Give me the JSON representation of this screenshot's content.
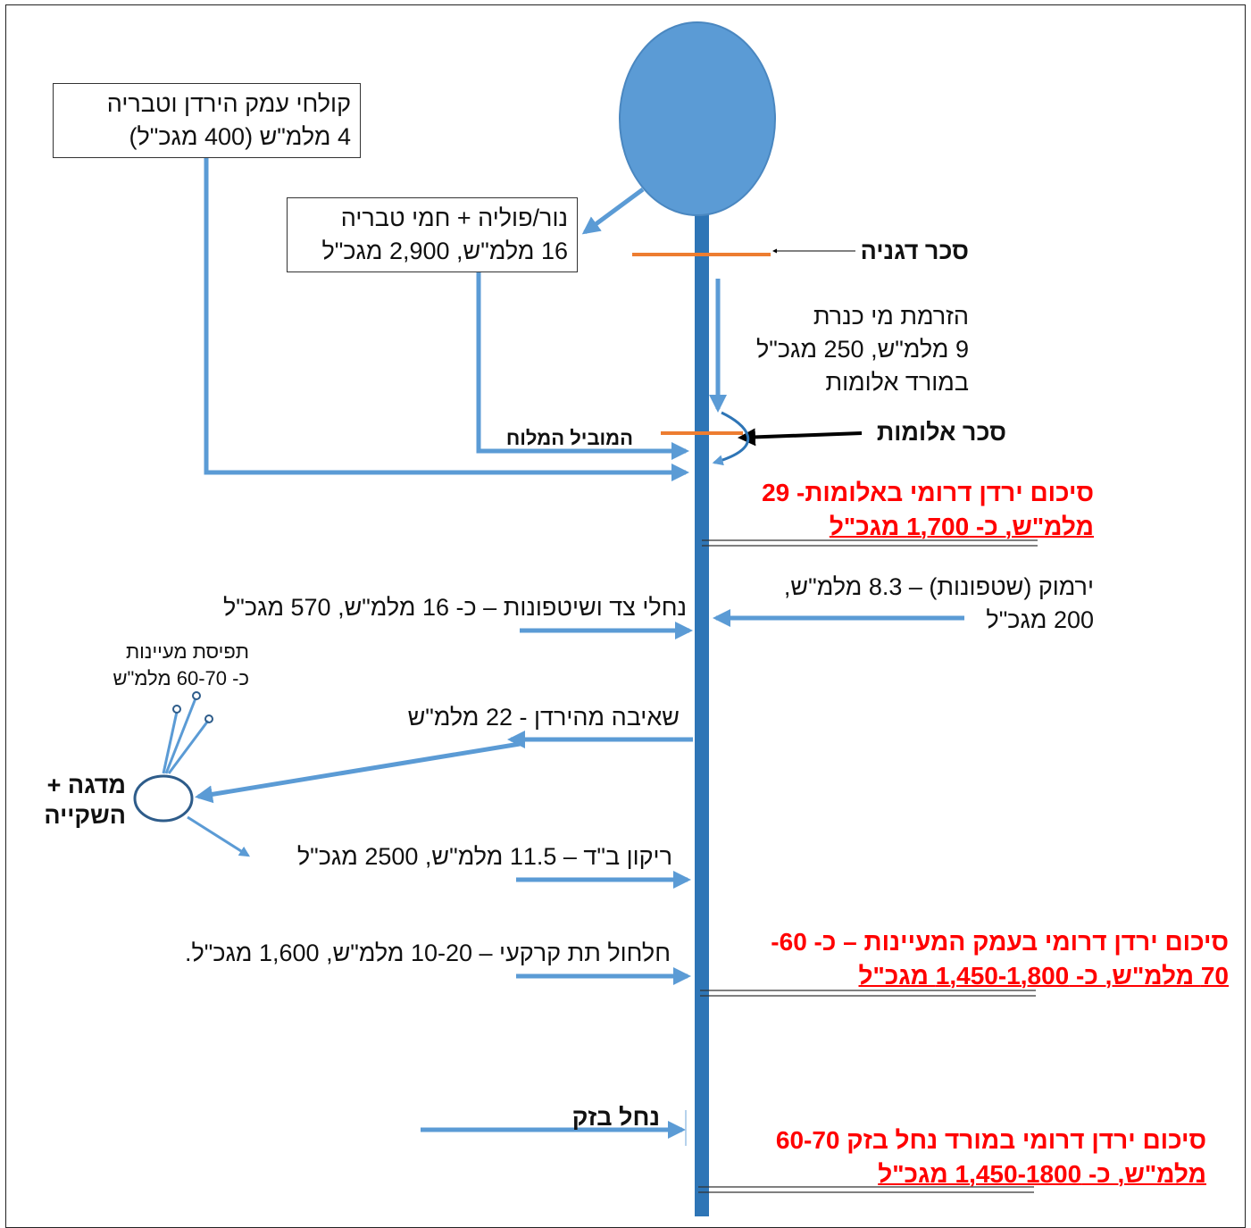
{
  "boxes": {
    "kulchim": {
      "line1": "קולחי עמק הירדן וטבריה",
      "line2": "4 מלמ\"ש (400 מגכ\"ל)"
    },
    "nur": {
      "line1": "נור/פוליה + חמי טבריה",
      "line2": "16 מלמ\"ש, 2,900 מגכ\"ל"
    }
  },
  "labels": {
    "degania_dam": "סכר דגניה",
    "kinneret_release": {
      "line1": "הזרמת מי כנרת",
      "line2": "9 מלמ\"ש, 250 מגכ\"ל",
      "line3": "במורד אלומות"
    },
    "alumot_dam": "סכר אלומות",
    "saline_carrier": "המוביל המלוח",
    "yarmouk": {
      "line1": "ירמוק (שטפונות) – 8.3 מלמ\"ש,",
      "line2": "200 מגכ\"ל"
    },
    "side_streams": "נחלי צד ושיטפונות – כ- 16 מלמ\"ש, 570 מגכ\"ל",
    "springs_capture": {
      "line1": "תפיסת מעיינות",
      "line2": "כ- 60-70 מלמ\"ש"
    },
    "pumping": "שאיבה מהירדן - 22 מלמ\"ש",
    "fish_ponds": {
      "line1": "מדגה +",
      "line2": "השקייה"
    },
    "drainage": "ריקון ב\"ד – 11.5 מלמ\"ש, 2500 מגכ\"ל",
    "groundwater": "חלחול תת קרקעי – 10-20 מלמ\"ש, 1,600 מגכ\"ל.",
    "nahal_bezek": "נחל בזק"
  },
  "summaries": {
    "alumot": {
      "line1": "סיכום ירדן דרומי באלומות- 29",
      "line2": "מלמ\"ש, כ- 1,700 מגכ\"ל"
    },
    "springs_valley": {
      "line1": "סיכום ירדן דרומי בעמק המעיינות – כ- 60-",
      "line2": "70 מלמ\"ש, כ- 1,450-1,800 מגכ\"ל"
    },
    "bezek": {
      "line1": "סיכום ירדן דרומי במורד נחל בזק 60-70",
      "line2": "מלמ\"ש, כ- 1,450-1800 מגכ\"ל"
    }
  },
  "colors": {
    "river": "#2e75b6",
    "flow_arrow": "#5b9bd5",
    "lake": "#5b9bd5",
    "dam": "#ed7d31",
    "summary_text": "#ff0000"
  }
}
